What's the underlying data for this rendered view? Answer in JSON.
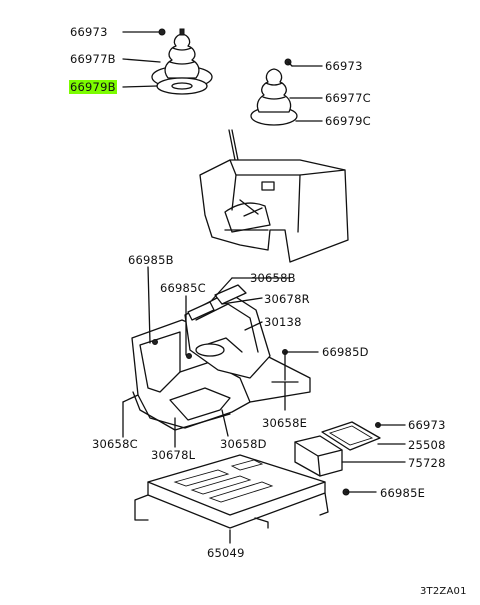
{
  "labels": {
    "l66973_a": "66973",
    "l66977B": "66977B",
    "l66979B": "66979B",
    "l66973_b": "66973",
    "l66977C": "66977C",
    "l66979C": "66979C",
    "l66985B": "66985B",
    "l30658B": "30658B",
    "l66985C": "66985C",
    "l30678R": "30678R",
    "l30138": "30138",
    "l66985D": "66985D",
    "l30658E": "30658E",
    "l30658C": "30658C",
    "l30678L": "30678L",
    "l30658D": "30658D",
    "l66973_c": "66973",
    "l25508": "25508",
    "l75728": "75728",
    "l66985E": "66985E",
    "l65049": "65049",
    "diagram_code": "3T2ZA01"
  },
  "highlight_color": "#7CFC00"
}
